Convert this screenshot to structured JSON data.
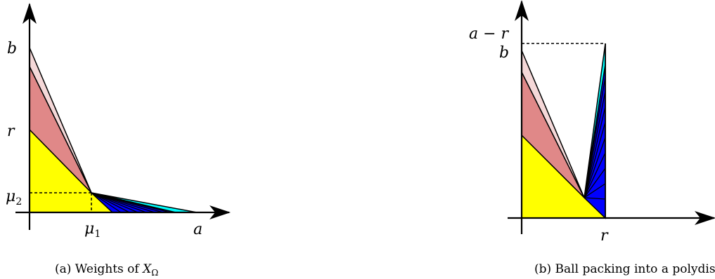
{
  "panel_a": {
    "label_b": "b",
    "label_r": "r",
    "label_mu2_base": "μ",
    "label_mu2_sub": "2",
    "label_mu1_base": "μ",
    "label_mu1_sub": "1",
    "label_a": "a",
    "caption_prefix": "(a) Weights of ",
    "caption_x": "X",
    "caption_sub": "Ω"
  },
  "panel_b": {
    "label_a_minus_r": "a − r",
    "label_b": "b",
    "label_r": "r",
    "caption": "(b) Ball packing into a polydisk"
  },
  "colors": {
    "yellow": "#ffff00",
    "salmon": "#e08888",
    "pink": "#f5d8d8",
    "blue": "#0000ff",
    "cyan": "#00ffff",
    "line": "#000000"
  }
}
